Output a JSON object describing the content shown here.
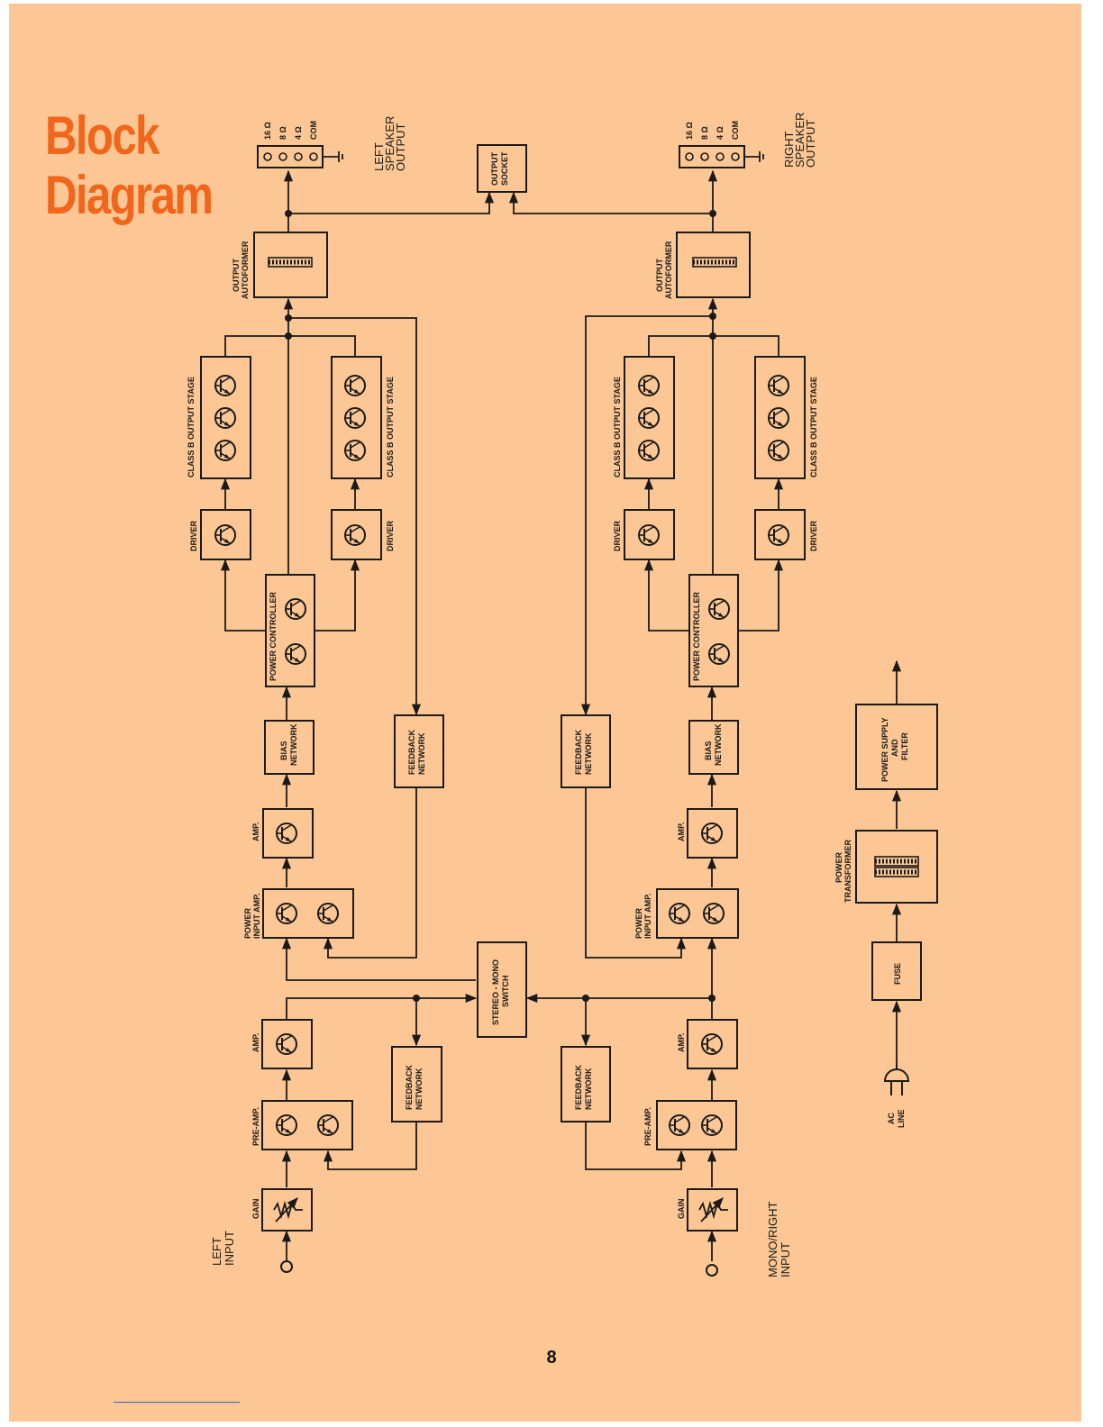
{
  "page": {
    "title_line1": "Block",
    "title_line2": "Diagram",
    "page_number": "8"
  },
  "labels": {
    "left_input": [
      "LEFT",
      "INPUT"
    ],
    "mono_right_input": [
      "MONO/RIGHT",
      "INPUT"
    ],
    "gain": "GAIN",
    "pre_amp": "PRE-AMP.",
    "amp": "AMP.",
    "feedback_network": [
      "FEEDBACK",
      "NETWORK"
    ],
    "stereo_mono_switch": [
      "STEREO - MONO",
      "SWITCH"
    ],
    "power_input_amp": [
      "POWER",
      "INPUT AMP."
    ],
    "bias_network": [
      "BIAS",
      "NETWORK"
    ],
    "power_controller": "POWER CONTROLLER",
    "driver": "DRIVER",
    "class_b_output_stage": "CLASS B OUTPUT STAGE",
    "output_autoformer": [
      "OUTPUT",
      "AUTOFORMER"
    ],
    "output_socket": [
      "OUTPUT",
      "SOCKET"
    ],
    "left_speaker_output": [
      "LEFT",
      "SPEAKER",
      "OUTPUT"
    ],
    "right_speaker_output": [
      "RIGHT",
      "SPEAKER",
      "OUTPUT"
    ],
    "terminals": [
      "16 Ω",
      "8 Ω",
      "4 Ω",
      "COM"
    ],
    "ac_line": [
      "AC",
      "LINE"
    ],
    "fuse": "FUSE",
    "power_transformer": [
      "POWER",
      "TRANSFORMER"
    ],
    "power_supply_and_filter": [
      "POWER SUPPLY",
      "AND",
      "FILTER"
    ]
  },
  "colors": {
    "paper": "#fcc794",
    "title": "#f2661b",
    "ink": "#1a1a1a"
  }
}
